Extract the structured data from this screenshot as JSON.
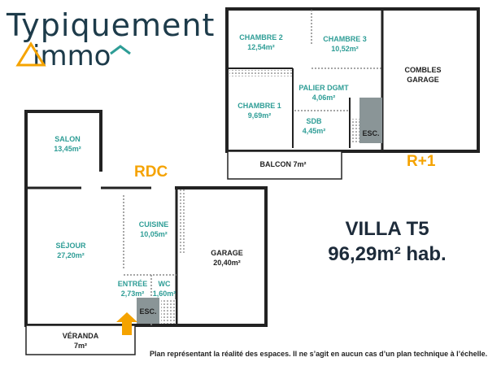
{
  "logo": {
    "line1": "Typiquement",
    "line2": "immo"
  },
  "colors": {
    "wall": "#222222",
    "room_label": "#2e9d96",
    "level_label": "#f5a300",
    "logo": "#1d3b4a",
    "stairs": "#8a9597"
  },
  "rooms": {
    "chambre2": {
      "name": "CHAMBRE 2",
      "area": "12,54m²"
    },
    "chambre3": {
      "name": "CHAMBRE 3",
      "area": "10,52m²"
    },
    "palier": {
      "name": "PALIER DGMT",
      "area": "4,06m²"
    },
    "chambre1": {
      "name": "CHAMBRE 1",
      "area": "9,69m²"
    },
    "sdb": {
      "name": "SDB",
      "area": "4,45m²"
    },
    "combles": {
      "name": "COMBLES",
      "sub": "GARAGE"
    },
    "esc_up": {
      "name": "ESC."
    },
    "balcon": {
      "name": "BALCON 7m²"
    },
    "salon": {
      "name": "SALON",
      "area": "13,45m²"
    },
    "sejour": {
      "name": "SÉJOUR",
      "area": "27,20m²"
    },
    "cuisine": {
      "name": "CUISINE",
      "area": "10,05m²"
    },
    "entree": {
      "name": "ENTRÉE",
      "area": "2,73m²"
    },
    "wc": {
      "name": "WC",
      "area": "1,60m²"
    },
    "garage": {
      "name": "GARAGE",
      "area": "20,40m²"
    },
    "esc_down": {
      "name": "ESC."
    },
    "veranda": {
      "name": "VÉRANDA",
      "area": "7m²"
    }
  },
  "levels": {
    "ground": "RDC",
    "upper": "R+1"
  },
  "title": {
    "line1": "VILLA T5",
    "line2": "96,29m² hab."
  },
  "note": "Plan représentant la réalité des espaces. Il ne s’agit en aucun cas d’un plan technique à l’échelle."
}
